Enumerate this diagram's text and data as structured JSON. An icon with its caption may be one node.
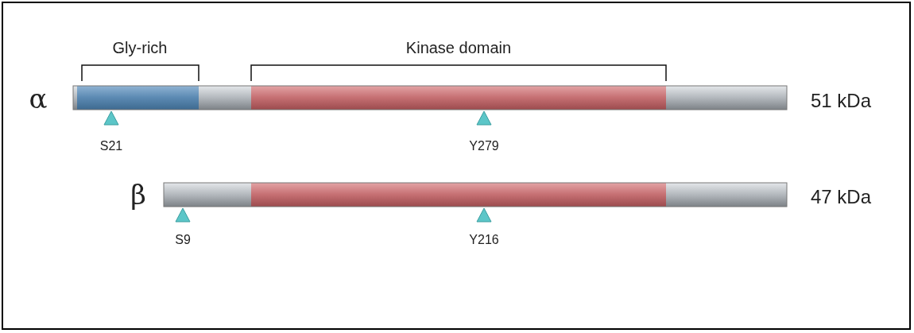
{
  "diagram": {
    "labels": [
      "Gly-rich",
      "Kinase domain",
      "α",
      "51 kDa",
      "S21",
      "Y279",
      "β",
      "47 kDa",
      "S9",
      "Y216"
    ]
  }
}
